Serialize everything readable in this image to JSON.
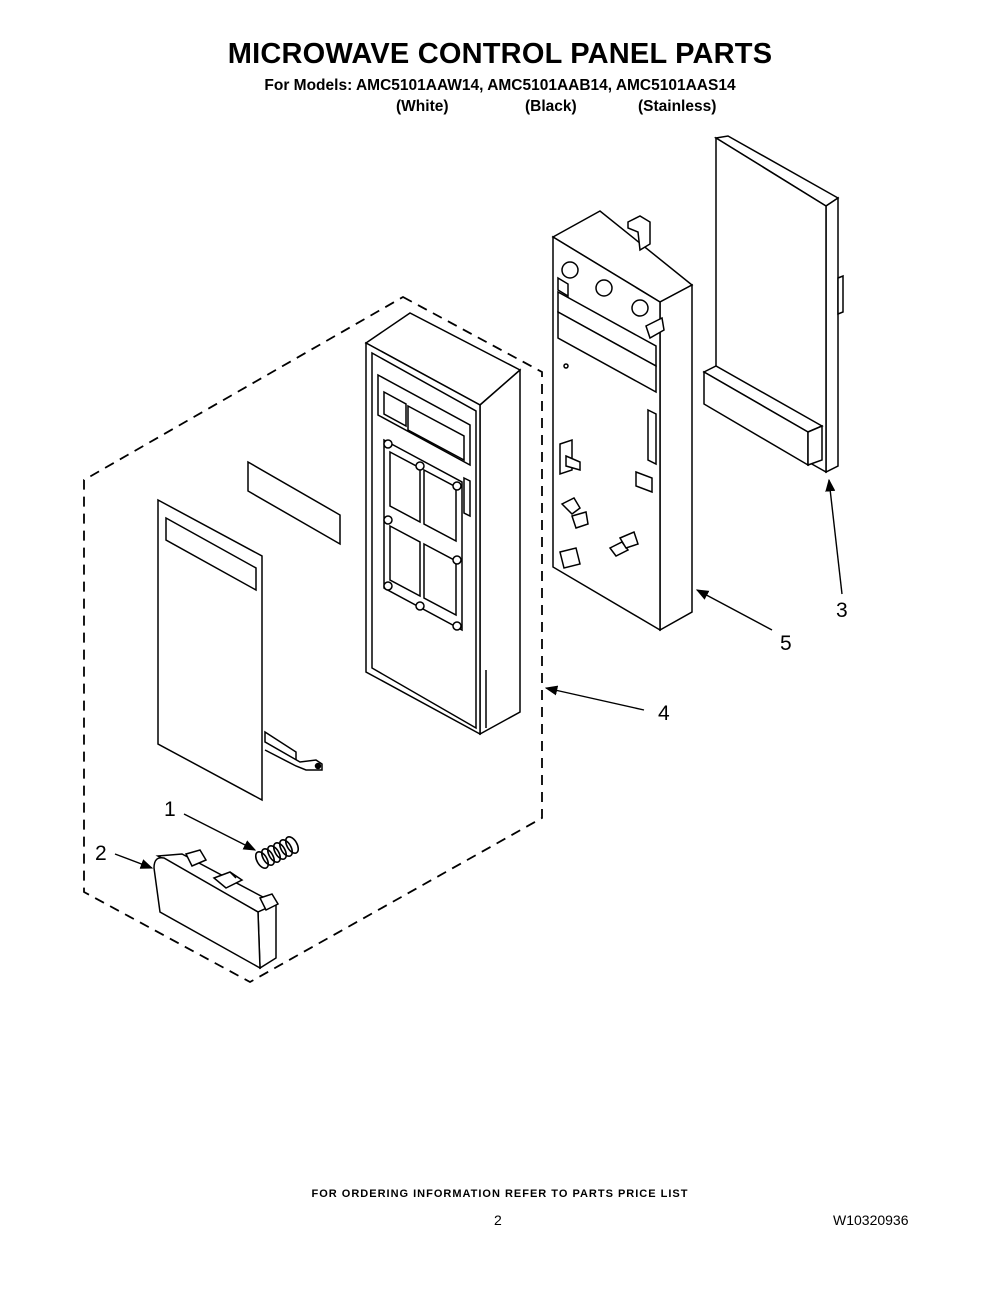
{
  "header": {
    "title": "MICROWAVE CONTROL PANEL PARTS",
    "models_line": "For Models: AMC5101AAW14, AMC5101AAB14, AMC5101AAS14",
    "variants": [
      "(White)",
      "(Black)",
      "(Stainless)"
    ]
  },
  "callouts": [
    "1",
    "2",
    "3",
    "4",
    "5"
  ],
  "footer": {
    "ordering_note": "FOR ORDERING INFORMATION REFER TO PARTS PRICE LIST",
    "page_number": "2",
    "document_number": "W10320936"
  }
}
